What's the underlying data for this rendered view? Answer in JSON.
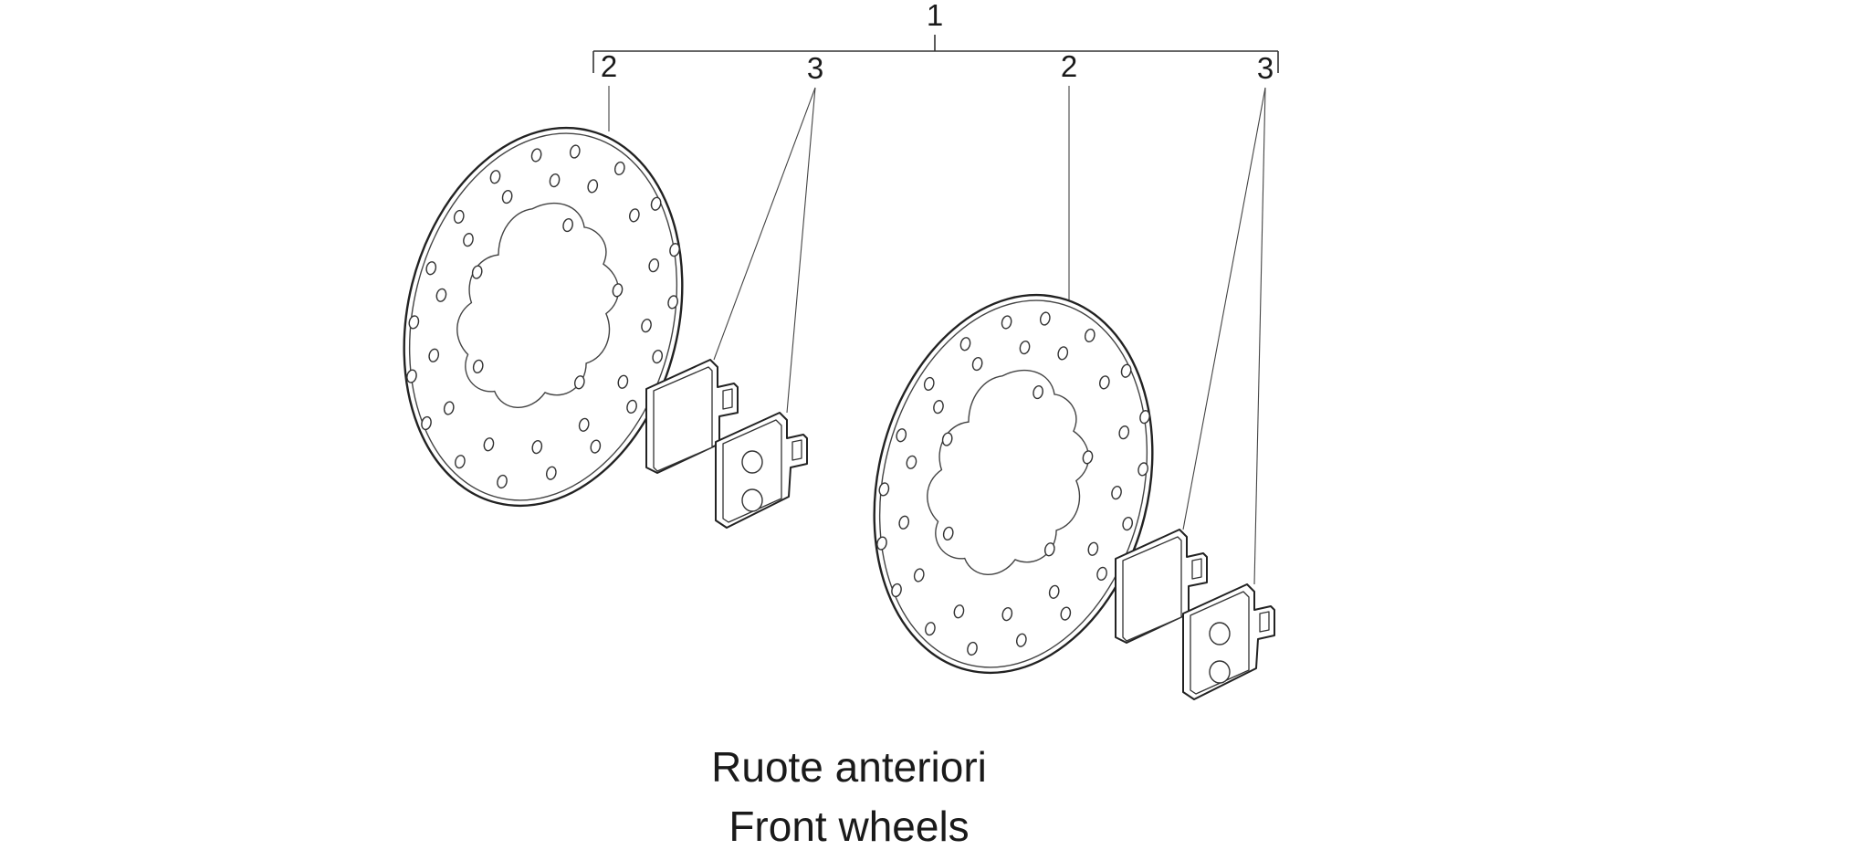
{
  "callouts": {
    "assembly": "1",
    "disc_left": "2",
    "pads_left": "3",
    "disc_right": "2",
    "pads_right": "3"
  },
  "caption": {
    "italian": "Ruote anteriori",
    "english": "Front wheels"
  }
}
